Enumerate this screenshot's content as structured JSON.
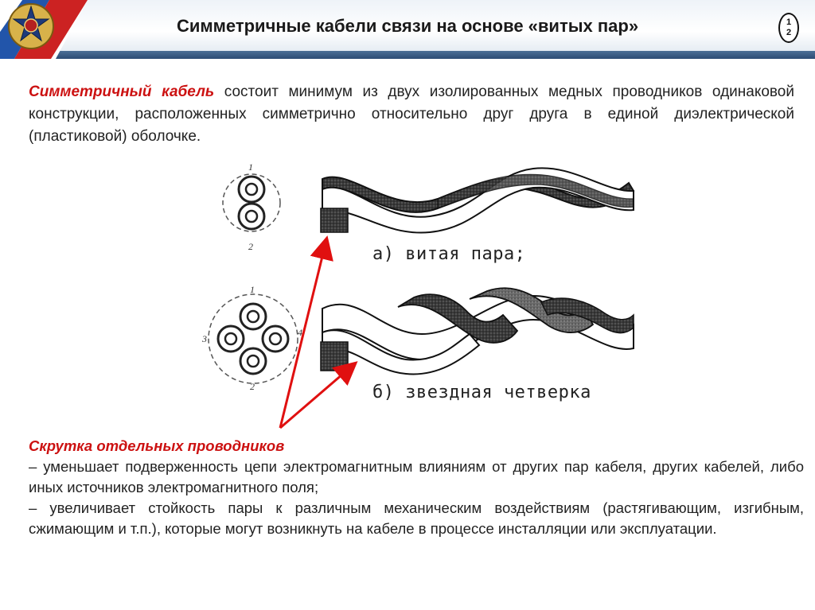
{
  "header": {
    "title": "Симметричные кабели связи на основе «витых пар»",
    "page_number_top": "1",
    "page_number_bottom": "2"
  },
  "intro": {
    "term": "Симметричный кабель",
    "text": " состоит минимум из двух изолированных медных проводников одинаковой конструкции, расположенных симметрично относительно друг друга в единой диэлектрической (пластиковой) оболочке."
  },
  "figure": {
    "pair": {
      "caption": "а) витая пара;",
      "conductor_labels": [
        "1",
        "2"
      ]
    },
    "quad": {
      "caption": "б) звездная четверка",
      "conductor_labels": [
        "1",
        "2",
        "3",
        "4"
      ]
    }
  },
  "twist_section": {
    "heading": "Скрутка отдельных проводников",
    "points": [
      "– уменьшает подверженность цепи электромагнитным влияниям от других пар кабеля, других кабелей, либо иных источников электромагнитного поля;",
      "– увеличивает стойкость пары к различным механическим воздействиям (растягивающим, изгибным, сжимающим и т.п.), которые могут возникнуть на кабеле в процессе инсталляции или эксплуатации."
    ]
  },
  "colors": {
    "accent_red": "#cc1111",
    "header_band": "#2c4c74"
  }
}
